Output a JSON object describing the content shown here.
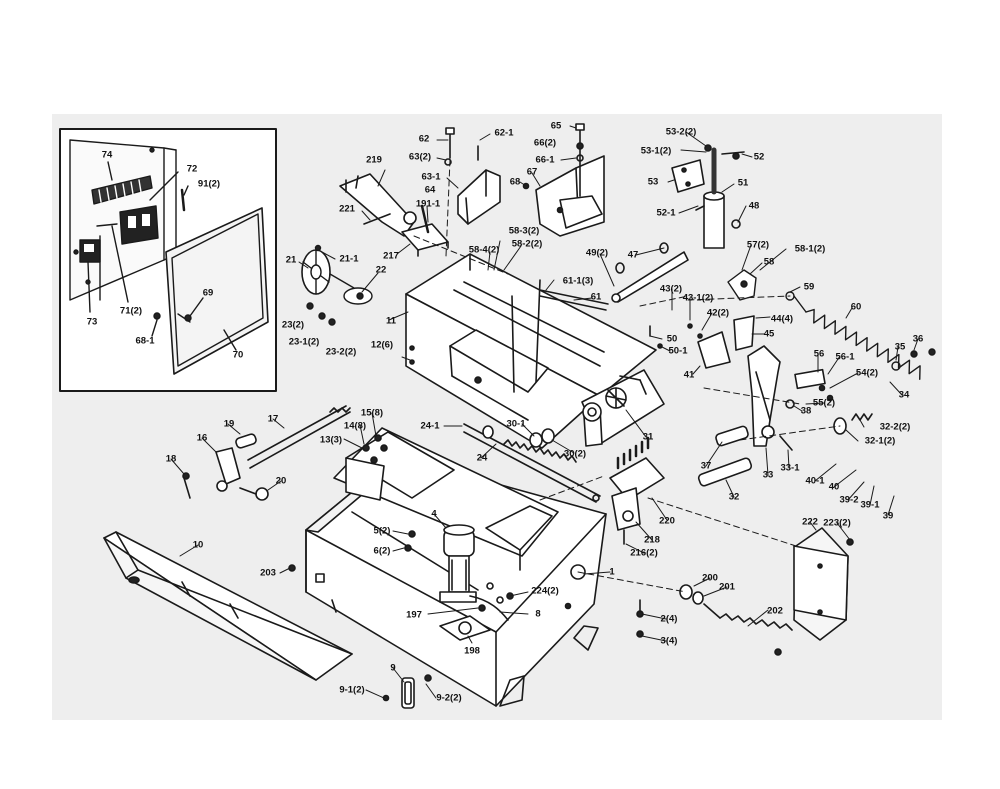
{
  "diagram": {
    "labels": [
      {
        "id": "74",
        "text": "74"
      },
      {
        "id": "72",
        "text": "72"
      },
      {
        "id": "91-2",
        "text": "91(2)"
      },
      {
        "id": "73",
        "text": "73"
      },
      {
        "id": "71-2",
        "text": "71(2)"
      },
      {
        "id": "68-1",
        "text": "68-1"
      },
      {
        "id": "69",
        "text": "69"
      },
      {
        "id": "70",
        "text": "70"
      },
      {
        "id": "219",
        "text": "219"
      },
      {
        "id": "221",
        "text": "221"
      },
      {
        "id": "217",
        "text": "217"
      },
      {
        "id": "191-1",
        "text": "191-1"
      },
      {
        "id": "21",
        "text": "21"
      },
      {
        "id": "21-1",
        "text": "21-1"
      },
      {
        "id": "22",
        "text": "22"
      },
      {
        "id": "23-2a",
        "text": "23(2)"
      },
      {
        "id": "23-1-2",
        "text": "23-1(2)"
      },
      {
        "id": "23-2-2",
        "text": "23-2(2)"
      },
      {
        "id": "11",
        "text": "11"
      },
      {
        "id": "12-6",
        "text": "12(6)"
      },
      {
        "id": "62",
        "text": "62"
      },
      {
        "id": "63-2",
        "text": "63(2)"
      },
      {
        "id": "63-1",
        "text": "63-1"
      },
      {
        "id": "64",
        "text": "64"
      },
      {
        "id": "62-1",
        "text": "62-1"
      },
      {
        "id": "65",
        "text": "65"
      },
      {
        "id": "66-2",
        "text": "66(2)"
      },
      {
        "id": "66-1",
        "text": "66-1"
      },
      {
        "id": "67",
        "text": "67"
      },
      {
        "id": "68",
        "text": "68"
      },
      {
        "id": "58-4-2",
        "text": "58-4(2)"
      },
      {
        "id": "58-3-2",
        "text": "58-3(2)"
      },
      {
        "id": "58-2-2",
        "text": "58-2(2)"
      },
      {
        "id": "61-1-3",
        "text": "61-1(3)"
      },
      {
        "id": "61",
        "text": "61"
      },
      {
        "id": "49-2",
        "text": "49(2)"
      },
      {
        "id": "47",
        "text": "47"
      },
      {
        "id": "53-2-2",
        "text": "53-2(2)"
      },
      {
        "id": "53-1-2",
        "text": "53-1(2)"
      },
      {
        "id": "52",
        "text": "52"
      },
      {
        "id": "53",
        "text": "53"
      },
      {
        "id": "51",
        "text": "51"
      },
      {
        "id": "52-1",
        "text": "52-1"
      },
      {
        "id": "48",
        "text": "48"
      },
      {
        "id": "57-2",
        "text": "57(2)"
      },
      {
        "id": "58-1-2",
        "text": "58-1(2)"
      },
      {
        "id": "58",
        "text": "58"
      },
      {
        "id": "59",
        "text": "59"
      },
      {
        "id": "60",
        "text": "60"
      },
      {
        "id": "43-2",
        "text": "43(2)"
      },
      {
        "id": "43-1-2",
        "text": "43-1(2)"
      },
      {
        "id": "42-2",
        "text": "42(2)"
      },
      {
        "id": "44-4",
        "text": "44(4)"
      },
      {
        "id": "45",
        "text": "45"
      },
      {
        "id": "50",
        "text": "50"
      },
      {
        "id": "50-1",
        "text": "50-1"
      },
      {
        "id": "41",
        "text": "41"
      },
      {
        "id": "56",
        "text": "56"
      },
      {
        "id": "56-1",
        "text": "56-1"
      },
      {
        "id": "36",
        "text": "36"
      },
      {
        "id": "35",
        "text": "35"
      },
      {
        "id": "54-2",
        "text": "54(2)"
      },
      {
        "id": "34",
        "text": "34"
      },
      {
        "id": "55-2",
        "text": "55(2)"
      },
      {
        "id": "38",
        "text": "38"
      },
      {
        "id": "32-2-2",
        "text": "32-2(2)"
      },
      {
        "id": "32-1-2",
        "text": "32-1(2)"
      },
      {
        "id": "19",
        "text": "19"
      },
      {
        "id": "17",
        "text": "17"
      },
      {
        "id": "16",
        "text": "16"
      },
      {
        "id": "18",
        "text": "18"
      },
      {
        "id": "20",
        "text": "20"
      },
      {
        "id": "15-8",
        "text": "15(8)"
      },
      {
        "id": "14-8",
        "text": "14(8)"
      },
      {
        "id": "13-3",
        "text": "13(3)"
      },
      {
        "id": "24-1",
        "text": "24-1"
      },
      {
        "id": "30-1",
        "text": "30-1"
      },
      {
        "id": "30-2",
        "text": "30(2)"
      },
      {
        "id": "31",
        "text": "31"
      },
      {
        "id": "24",
        "text": "24"
      },
      {
        "id": "37",
        "text": "37"
      },
      {
        "id": "33",
        "text": "33"
      },
      {
        "id": "33-1",
        "text": "33-1"
      },
      {
        "id": "40-1",
        "text": "40-1"
      },
      {
        "id": "40",
        "text": "40"
      },
      {
        "id": "39-2",
        "text": "39-2"
      },
      {
        "id": "39-1",
        "text": "39-1"
      },
      {
        "id": "39",
        "text": "39"
      },
      {
        "id": "32",
        "text": "32"
      },
      {
        "id": "220",
        "text": "220"
      },
      {
        "id": "218",
        "text": "218"
      },
      {
        "id": "216-2",
        "text": "216(2)"
      },
      {
        "id": "222",
        "text": "222"
      },
      {
        "id": "223-2",
        "text": "223(2)"
      },
      {
        "id": "10",
        "text": "10"
      },
      {
        "id": "4",
        "text": "4"
      },
      {
        "id": "5-2",
        "text": "5(2)"
      },
      {
        "id": "6-2",
        "text": "6(2)"
      },
      {
        "id": "203",
        "text": "203"
      },
      {
        "id": "1",
        "text": "1"
      },
      {
        "id": "224-2",
        "text": "224(2)"
      },
      {
        "id": "197",
        "text": "197"
      },
      {
        "id": "8",
        "text": "8"
      },
      {
        "id": "198",
        "text": "198"
      },
      {
        "id": "200",
        "text": "200"
      },
      {
        "id": "201",
        "text": "201"
      },
      {
        "id": "2-4",
        "text": "2(4)"
      },
      {
        "id": "202",
        "text": "202"
      },
      {
        "id": "3-4",
        "text": "3(4)"
      },
      {
        "id": "9",
        "text": "9"
      },
      {
        "id": "9-1-2",
        "text": "9-1(2)"
      },
      {
        "id": "9-2-2",
        "text": "9-2(2)"
      }
    ]
  }
}
